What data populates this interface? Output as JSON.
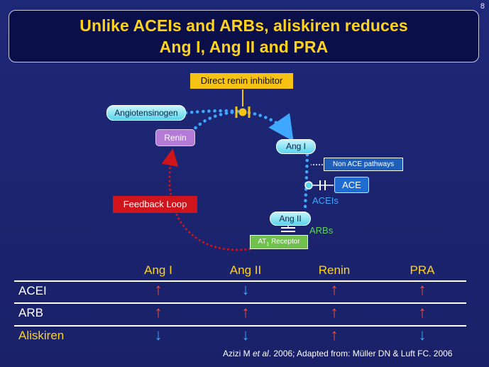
{
  "page_number": "8",
  "title": {
    "line1": "Unlike ACEIs and ARBs, aliskiren reduces",
    "line2": "Ang I, Ang II and PRA"
  },
  "diagram": {
    "direct_renin_inhibitor": "Direct renin inhibitor",
    "angiotensinogen": "Angiotensinogen",
    "renin": "Renin",
    "ang1": "Ang I",
    "non_ace_pathways": "Non ACE pathways",
    "ace": "ACE",
    "aceis": "ACEIs",
    "ang2": "Ang II",
    "arbs": "ARBs",
    "at1_receptor_prefix": "AT",
    "at1_receptor_subscript": "1",
    "at1_receptor_suffix": " Receptor",
    "feedback_loop": "Feedback Loop"
  },
  "table": {
    "columns": [
      "Ang I",
      "Ang II",
      "Renin",
      "PRA"
    ],
    "rows": [
      {
        "label": "ACEI",
        "effects": [
          "up",
          "down",
          "up",
          "up"
        ]
      },
      {
        "label": "ARB",
        "effects": [
          "up",
          "up",
          "up",
          "up"
        ]
      },
      {
        "label": "Aliskiren",
        "effects": [
          "down",
          "down",
          "up",
          "down"
        ]
      }
    ],
    "arrow_glyphs": {
      "up": "↑",
      "down": "↓"
    }
  },
  "citation": {
    "part1": "Azizi M ",
    "part2_italic": "et al",
    "part3": ". 2006; Adapted from: Müller DN & Luft FC. 2006"
  },
  "colors": {
    "background": "#1b2470",
    "title_text": "#ffd21e",
    "increase_arrow": "#ff4f2e",
    "decrease_arrow": "#3fa7ff",
    "feedback": "#d0141b",
    "renin": "#b37ad6",
    "direct_renin_inhibitor": "#f6c315",
    "at1_receptor": "#6fc04d"
  }
}
